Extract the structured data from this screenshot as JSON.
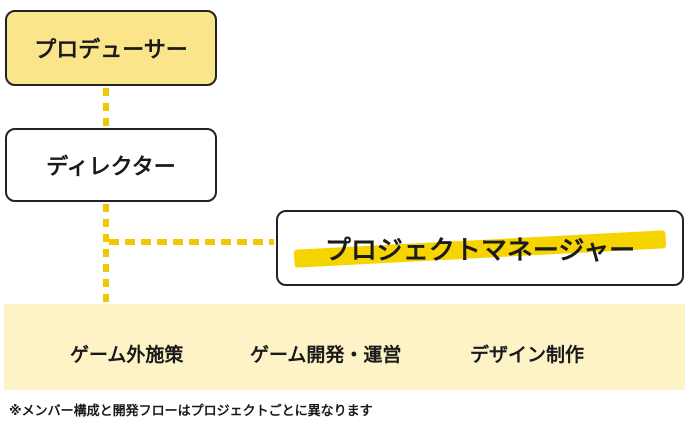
{
  "roles": {
    "producer": "プロデューサー",
    "director": "ディレクター",
    "project_manager": "プロジェクトマネージャー"
  },
  "teams": [
    "ゲーム外施策",
    "ゲーム開発・運営",
    "デザイン制作"
  ],
  "note": "※メンバー構成と開発フローはプロジェクトごとに異なります",
  "colors": {
    "producer_fill": "#fbe58a",
    "connector": "#f2c900",
    "highlight": "#f5d400",
    "team_band": "#fdf3c7"
  }
}
